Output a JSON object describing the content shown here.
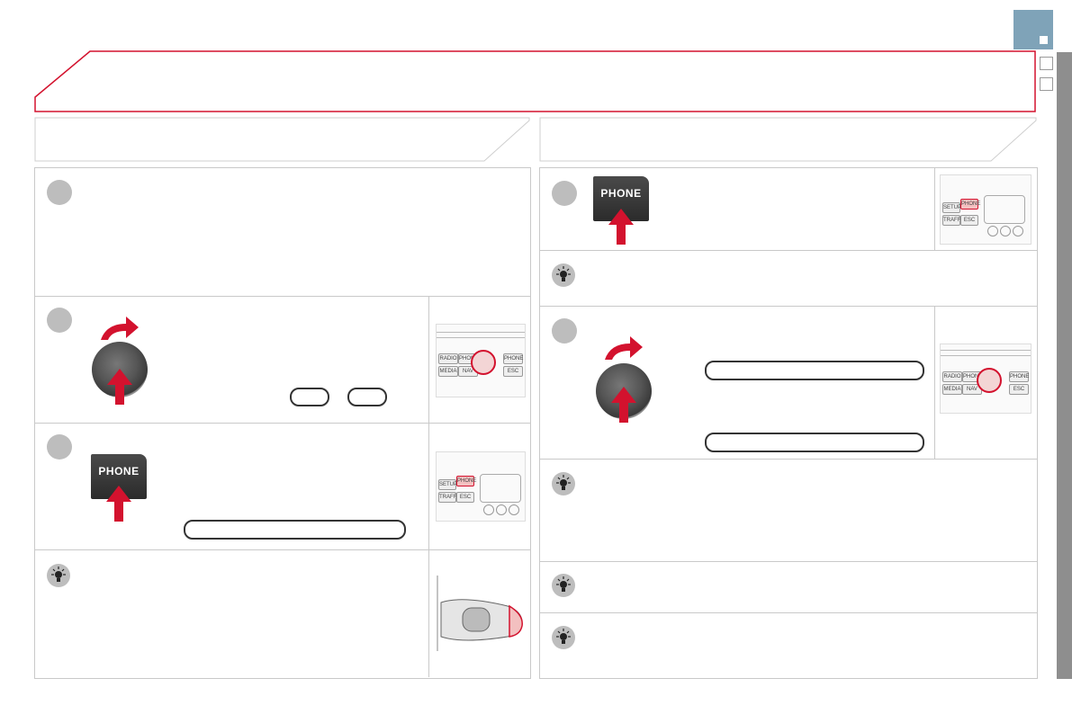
{
  "header": {
    "title": ""
  },
  "tab": {
    "label": ""
  },
  "left_section": {
    "title": ""
  },
  "right_section": {
    "title": ""
  },
  "phone_button": {
    "label": "PHONE"
  },
  "radio_labels": {
    "radio": "RADIO",
    "phone": "PHONE",
    "setup": "SETUP",
    "media": "MEDIA",
    "nav": "NAV",
    "traffic": "TRAFFIC",
    "esc": "ESC"
  },
  "colors": {
    "accent_red": "#d3122e",
    "tab_blue": "#7fa3b8",
    "sidebar_grey": "#8e8e8e",
    "border": "#c9c9c9"
  },
  "icons": [
    "rotate-arrow-icon",
    "push-arrow-icon",
    "lightbulb-tip-icon",
    "step-number-icon"
  ]
}
